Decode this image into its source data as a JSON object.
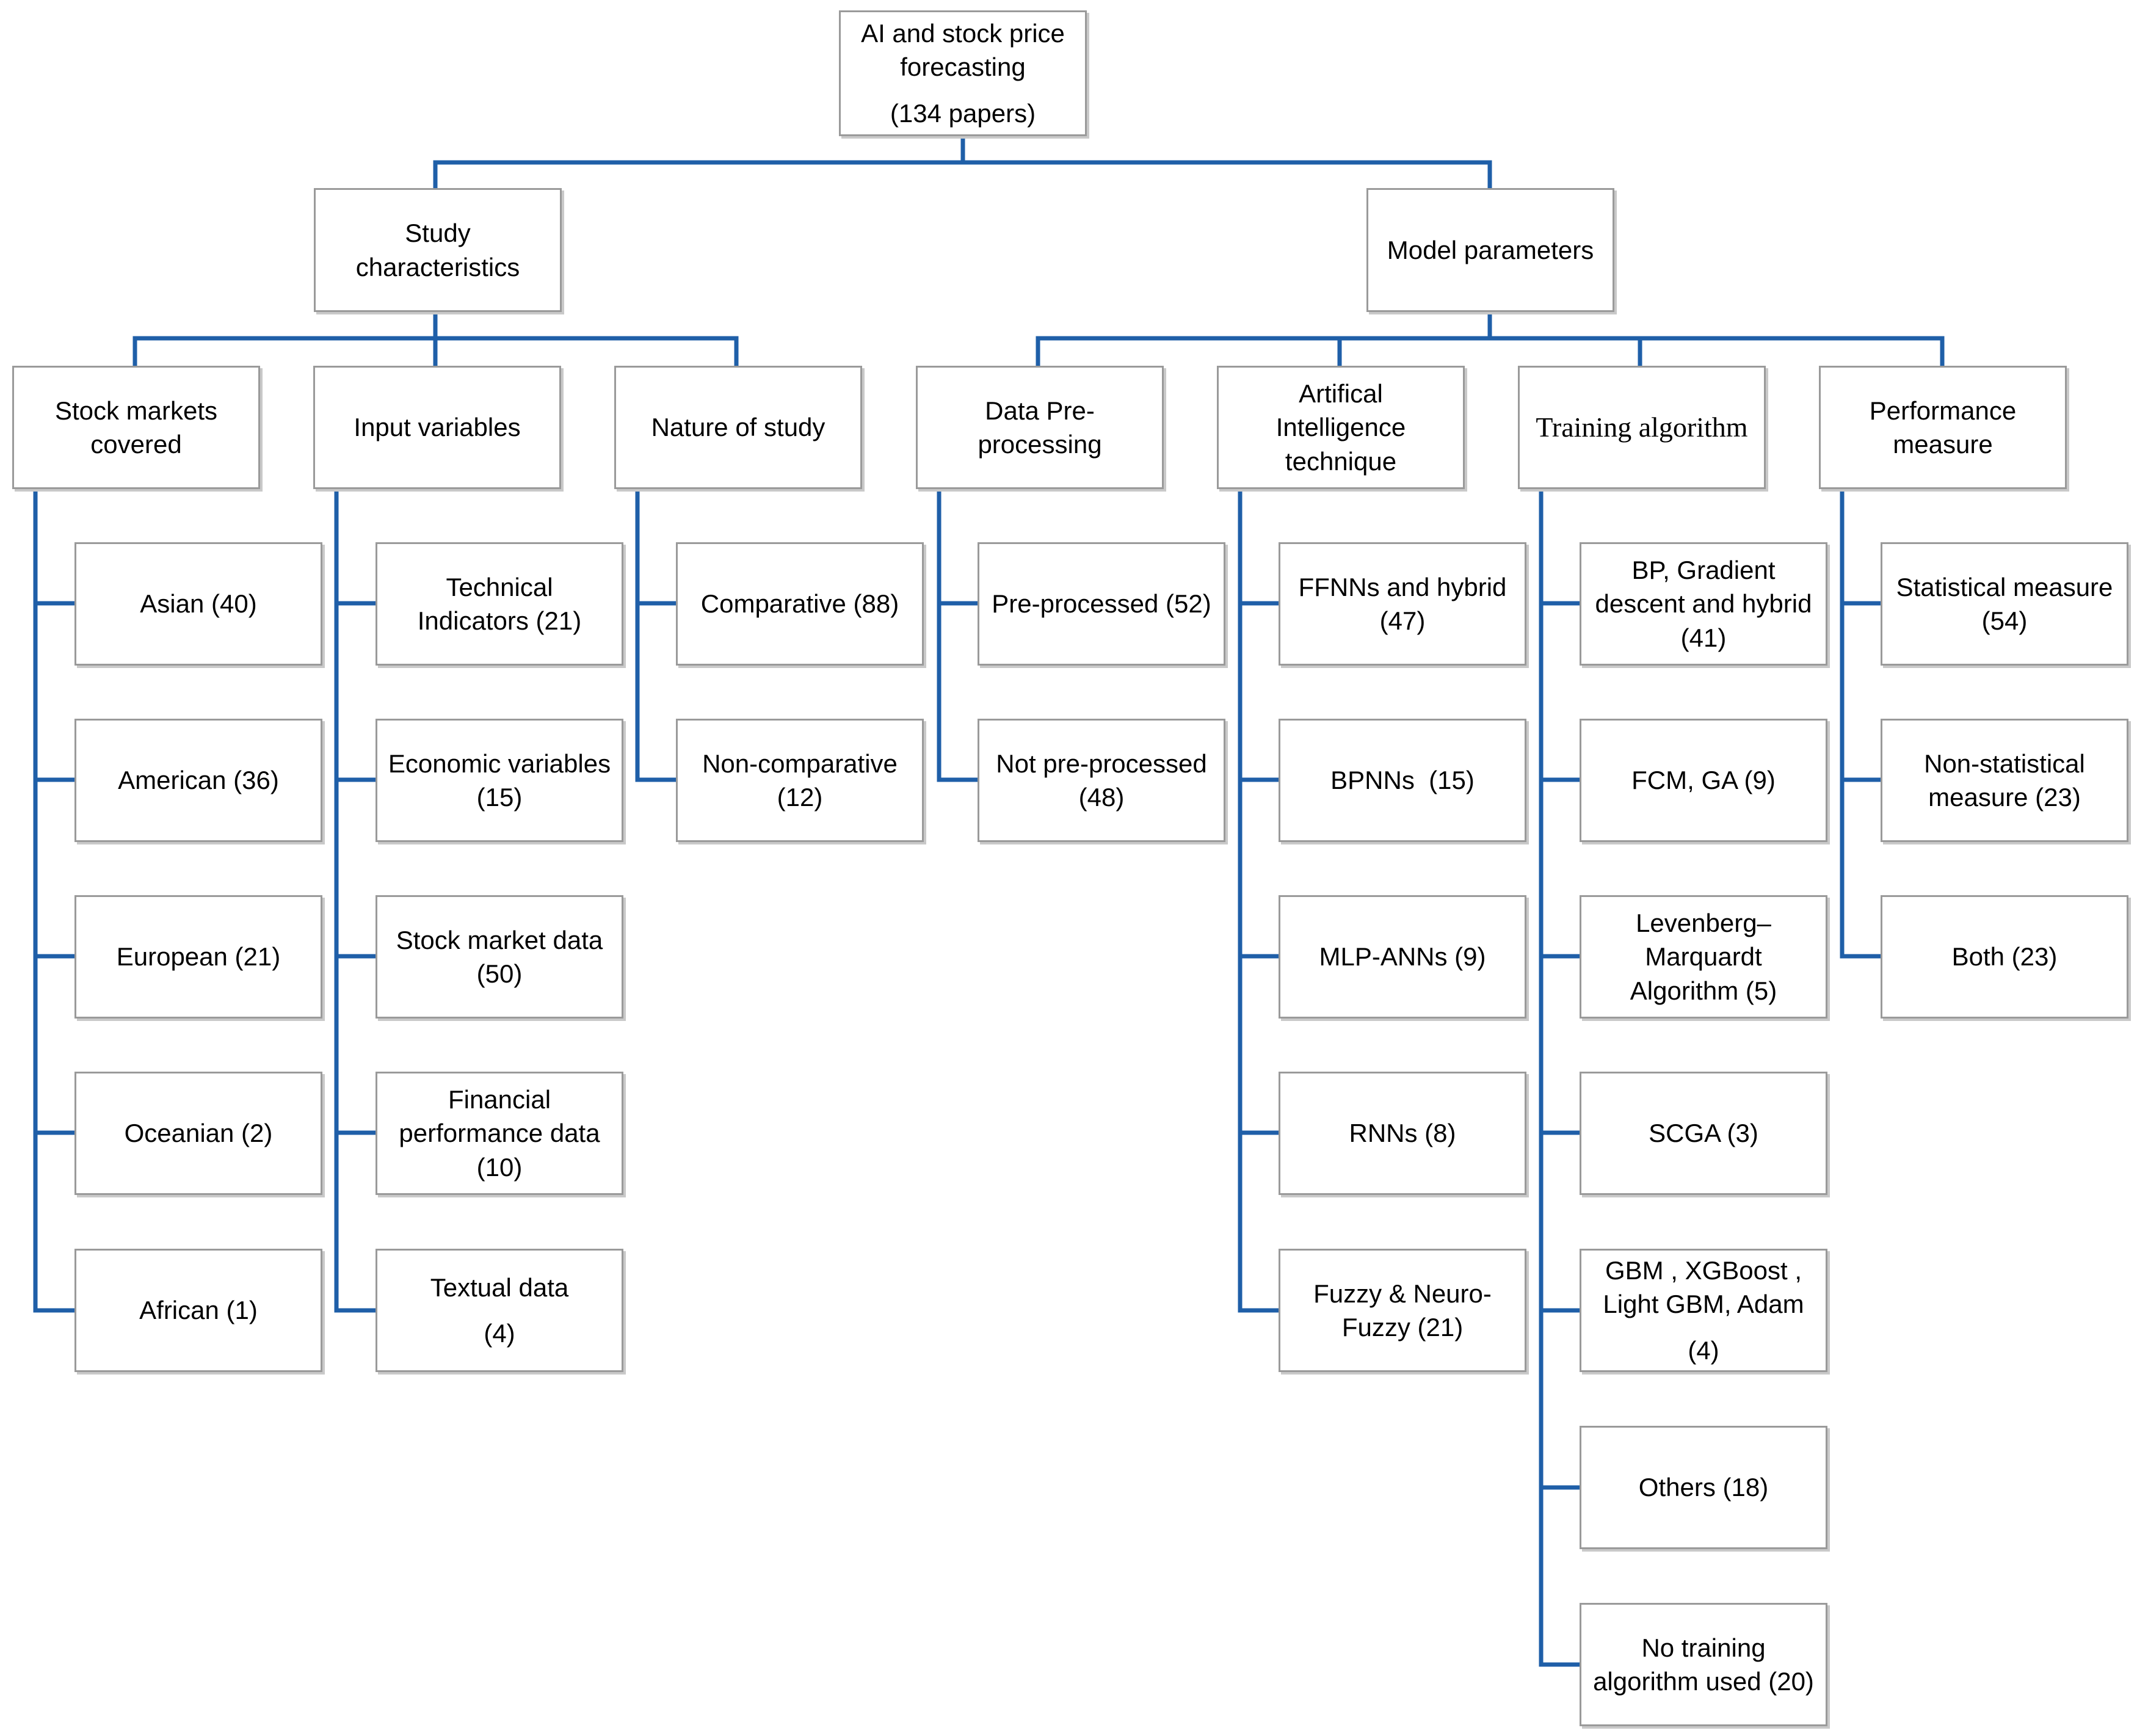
{
  "root": {
    "line1": "AI and stock price",
    "line2": "forecasting",
    "line3": "(134 papers)"
  },
  "study": {
    "line1": "Study",
    "line2": "characteristics",
    "markets": {
      "line1": "Stock markets",
      "line2": "covered",
      "items": [
        {
          "line1": "Asian (40)"
        },
        {
          "line1": "American (36)"
        },
        {
          "line1": "European (21)"
        },
        {
          "line1": "Oceanian (2)"
        },
        {
          "line1": "African (1)"
        }
      ]
    },
    "inputs": {
      "line1": "Input variables",
      "items": [
        {
          "line1": "Technical",
          "line2": "Indicators (21)"
        },
        {
          "line1": "Economic variables",
          "line2": "(15)"
        },
        {
          "line1": "Stock market data",
          "line2": "(50)"
        },
        {
          "line1": "Financial",
          "line2": "performance data",
          "line3": "(10)"
        },
        {
          "line1": "Textual data",
          "line2": "(4)"
        }
      ]
    },
    "nature": {
      "line1": "Nature of study",
      "items": [
        {
          "line1": "Comparative (88)"
        },
        {
          "line1": "Non-comparative",
          "line2": "(12)"
        }
      ]
    }
  },
  "model": {
    "line1": "Model parameters",
    "preprocessing": {
      "line1": "Data Pre-",
      "line2": "processing",
      "items": [
        {
          "line1": "Pre-processed (52)"
        },
        {
          "line1": "Not pre-processed",
          "line2": "(48)"
        }
      ]
    },
    "ai": {
      "line1": "Artifical",
      "line2": "Intelligence",
      "line3": "technique",
      "items": [
        {
          "line1": "FFNNs and hybrid",
          "line2": "(47)"
        },
        {
          "line1": "BPNNs  (15)"
        },
        {
          "line1": "MLP-ANNs (9)"
        },
        {
          "line1": "RNNs (8)"
        },
        {
          "line1": "Fuzzy & Neuro-",
          "line2": "Fuzzy (21)"
        }
      ]
    },
    "training": {
      "line1": "Training algorithm",
      "items": [
        {
          "line1": "BP, Gradient",
          "line2": "descent and hybrid",
          "line3": "(41)"
        },
        {
          "line1": "FCM, GA (9)"
        },
        {
          "line1": "Levenberg–",
          "line2": "Marquardt",
          "line3": "Algorithm (5)"
        },
        {
          "line1": "SCGA (3)"
        },
        {
          "line1": "GBM , XGBoost ,",
          "line2": "Light GBM, Adam",
          "line3": "(4)"
        },
        {
          "line1": "Others (18)"
        },
        {
          "line1": "No training",
          "line2": "algorithm used (20)"
        }
      ]
    },
    "performance": {
      "line1": "Performance",
      "line2": "measure",
      "items": [
        {
          "line1": "Statistical measure",
          "line2": "(54)"
        },
        {
          "line1": "Non-statistical",
          "line2": "measure (23)"
        },
        {
          "line1": "Both (23)"
        }
      ]
    }
  }
}
